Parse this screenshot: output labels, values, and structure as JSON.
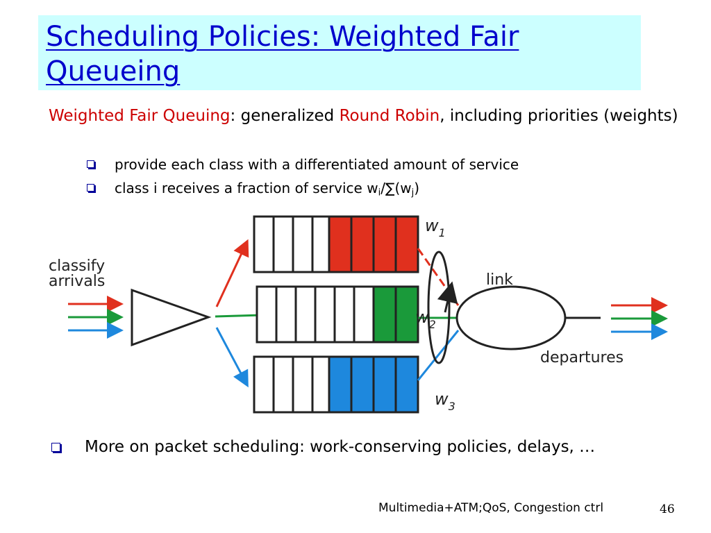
{
  "title": "Scheduling Policies: Weighted Fair Queueing",
  "intro": {
    "term": "Weighted Fair Queuing",
    "text1": ": generalized ",
    "term2": "Round Robin",
    "text2": ", including priorities (weights)"
  },
  "bullets": [
    {
      "text": "provide each class with a differentiated amount of service"
    },
    {
      "text_prefix": "class i receives a fraction of service w",
      "sub_i": "i",
      "slash": "/",
      "sigma": "∑",
      "paren_open": "(w",
      "sub_j": "j",
      "paren_close": ")"
    }
  ],
  "diagram": {
    "classify_line1": "classify",
    "classify_line2": "arrivals",
    "link_label": "link",
    "departures_label": "departures",
    "weights": [
      {
        "w": "w",
        "index": "1"
      },
      {
        "w": "w",
        "index": "2"
      },
      {
        "w": "w",
        "index": "3"
      }
    ],
    "colors": {
      "red": "#e0301e",
      "green": "#1a9a3a",
      "blue": "#1e88dd"
    }
  },
  "more": "More on packet scheduling: work-conserving policies, delays, …",
  "footer": "Multimedia+ATM;QoS, Congestion ctrl",
  "page_number": "46"
}
